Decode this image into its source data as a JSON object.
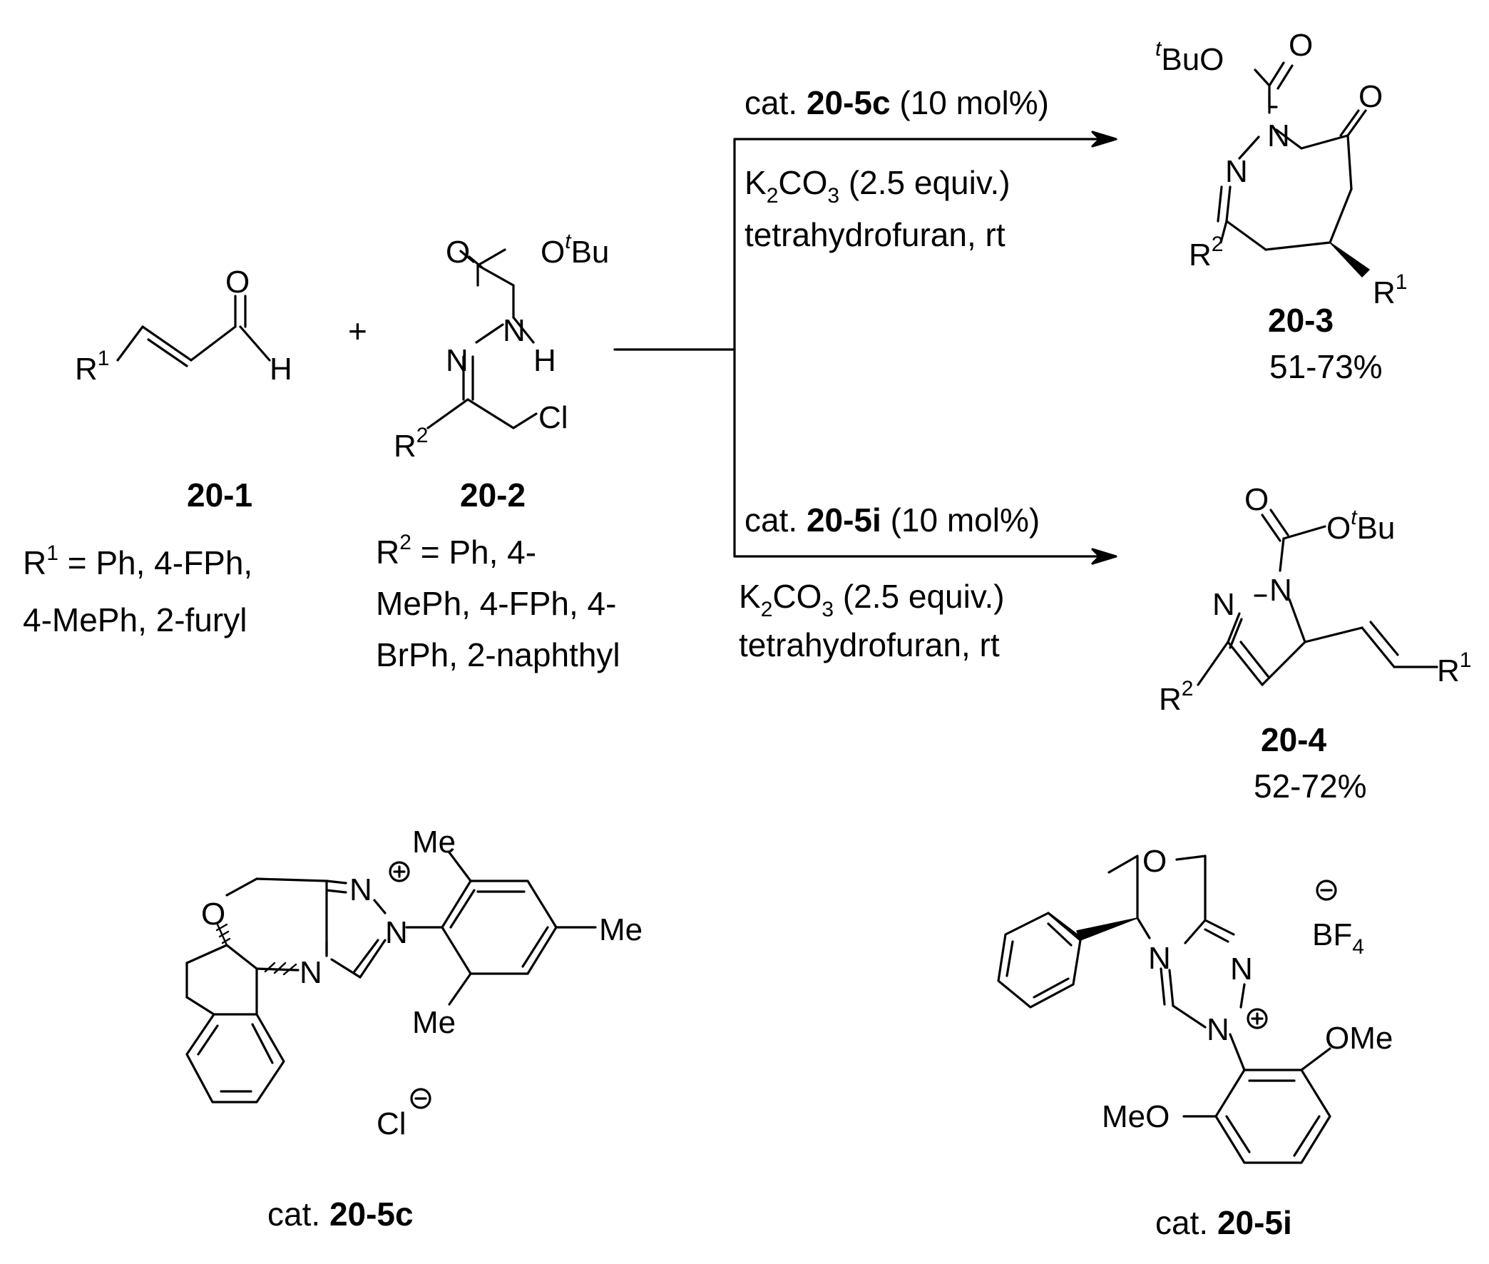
{
  "reagents": {
    "r1": {
      "id": "20-1",
      "r_group": "R",
      "r_sup": "1",
      "aldehyde_o": "O",
      "aldehyde_h": "H",
      "scope_line1": " = Ph, 4-FPh,",
      "scope_line2": "4-MePh, 2-furyl"
    },
    "plus": "+",
    "r2": {
      "id": "20-2",
      "carbonyl_o": "O",
      "ester_o": "O",
      "tbu_t": "t",
      "tbu": "Bu",
      "n1": "N",
      "n2": "N",
      "h": "H",
      "cl": "Cl",
      "r_group": "R",
      "r_sup": "2",
      "scope_line1": " = Ph, 4-",
      "scope_line2": "MePh, 4-FPh, 4-",
      "scope_line3": "BrPh, 2-naphthyl"
    }
  },
  "conditions": {
    "top": {
      "cat_prefix": "cat. ",
      "cat_id": "20-5c",
      "cat_load": " (10 mol%)",
      "base_k": "K",
      "base_sub1": "2",
      "base_co": "CO",
      "base_sub2": "3",
      "base_equiv": " (2.5 equiv.)",
      "solvent": "tetrahydrofuran, rt"
    },
    "bottom": {
      "cat_prefix": "cat. ",
      "cat_id": "20-5i",
      "cat_load": " (10 mol%)",
      "base_k": "K",
      "base_sub1": "2",
      "base_co": "CO",
      "base_sub2": "3",
      "base_equiv": " (2.5 equiv.)",
      "solvent": "tetrahydrofuran, rt"
    }
  },
  "products": {
    "p1": {
      "id": "20-3",
      "yield": "51-73%",
      "tbu_t": "t",
      "tbu_o": "BuO",
      "o_top": "O",
      "o_ring": "O",
      "n1": "N",
      "n2": "N",
      "r2": "R",
      "r2_sup": "2",
      "r1": "R",
      "r1_sup": "1"
    },
    "p2": {
      "id": "20-4",
      "yield": "52-72%",
      "o_carbonyl": "O",
      "o_ester": "O",
      "tbu_t": "t",
      "tbu": "Bu",
      "n1": "N",
      "n2": "N",
      "r2": "R",
      "r2_sup": "2",
      "r1": "R",
      "r1_sup": "1"
    }
  },
  "catalysts": {
    "c": {
      "label_prefix": "cat. ",
      "label_id": "20-5c",
      "o": "O",
      "n_top": "N",
      "n_plus": "N",
      "n_ring": "N",
      "me_top": "Me",
      "me_right": "Me",
      "me_bottom": "Me",
      "counter_ion": "Cl",
      "plus": "+",
      "minus": "−"
    },
    "i": {
      "label_prefix": "cat. ",
      "label_id": "20-5i",
      "o": "O",
      "n_ring": "N",
      "n_right": "N",
      "n_plus": "N",
      "ome_right": "OMe",
      "ome_left": "MeO",
      "counter_b": "BF",
      "counter_sub": "4",
      "plus": "+",
      "minus": "−"
    }
  }
}
